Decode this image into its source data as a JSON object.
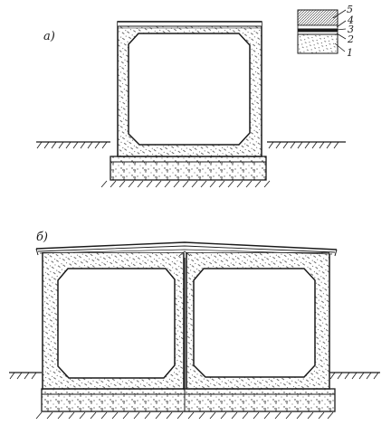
{
  "figure": {
    "part_a_label": "а)",
    "part_b_label": "б)",
    "layer_labels": [
      "5",
      "4",
      "3",
      "2",
      "1"
    ]
  },
  "colors": {
    "ink": "#1a1a1a",
    "paper": "#ffffff"
  }
}
